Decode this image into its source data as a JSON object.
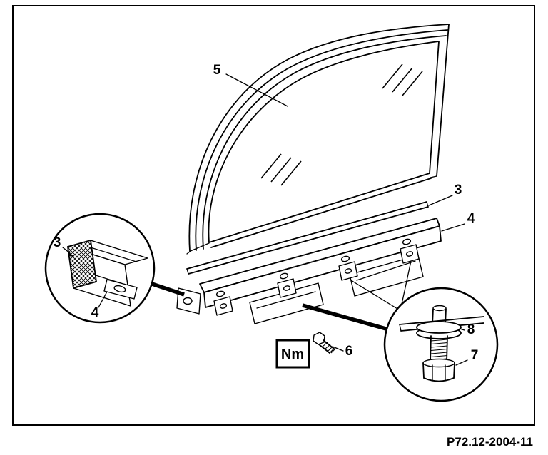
{
  "figure": {
    "part_number": "P72.12-2004-11",
    "torque_unit": "Nm"
  },
  "callouts": {
    "glass": "5",
    "seal_strip": "3",
    "mounting_rail": "4",
    "detail_seal": "3",
    "detail_rail": "4",
    "screw": "6",
    "nut": "7",
    "washer": "8"
  }
}
